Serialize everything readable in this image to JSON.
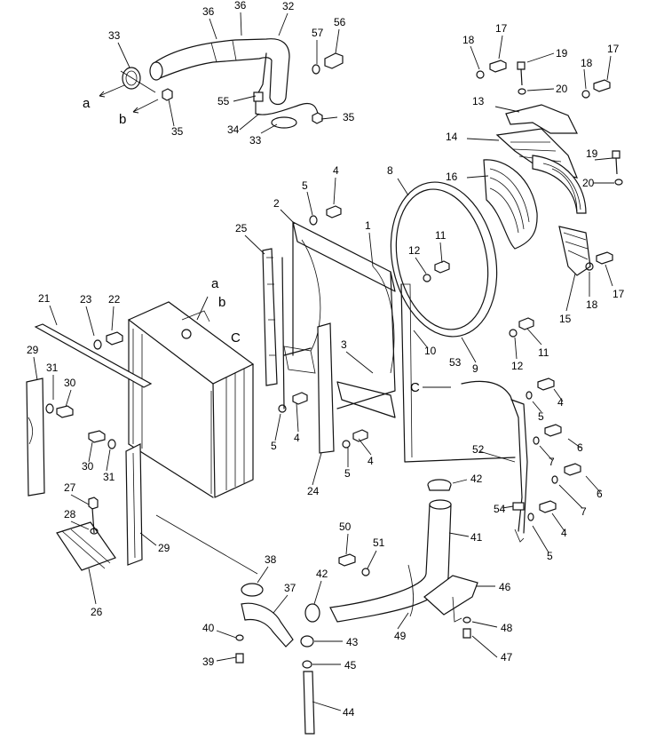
{
  "labels": {
    "n1": "1",
    "n2": "2",
    "n3": "3",
    "n4a": "4",
    "n4b": "4",
    "n4c": "4",
    "n4d": "4",
    "n4e": "4",
    "n5a": "5",
    "n5b": "5",
    "n5c": "5",
    "n5d": "5",
    "n5e": "5",
    "n6a": "6",
    "n6b": "6",
    "n7a": "7",
    "n7b": "7",
    "n8": "8",
    "n9": "9",
    "n10": "10",
    "n11a": "11",
    "n11b": "11",
    "n12a": "12",
    "n12b": "12",
    "n13": "13",
    "n14": "14",
    "n15": "15",
    "n16": "16",
    "n17a": "17",
    "n17b": "17",
    "n17c": "17",
    "n18a": "18",
    "n18b": "18",
    "n18c": "18",
    "n19a": "19",
    "n19b": "19",
    "n20a": "20",
    "n20b": "20",
    "n21": "21",
    "n22": "22",
    "n23": "23",
    "n24": "24",
    "n25": "25",
    "n26": "26",
    "n27": "27",
    "n28": "28",
    "n29a": "29",
    "n29b": "29",
    "n30a": "30",
    "n30b": "30",
    "n31a": "31",
    "n31b": "31",
    "n32": "32",
    "n33a": "33",
    "n33b": "33",
    "n34": "34",
    "n35a": "35",
    "n35b": "35",
    "n36a": "36",
    "n36b": "36",
    "n37": "37",
    "n38": "38",
    "n39": "39",
    "n40": "40",
    "n41": "41",
    "n42a": "42",
    "n42b": "42",
    "n43": "43",
    "n44": "44",
    "n45": "45",
    "n46": "46",
    "n47": "47",
    "n48": "48",
    "n49": "49",
    "n50": "50",
    "n51": "51",
    "n52": "52",
    "n53": "53",
    "n54": "54",
    "n55": "55",
    "n56": "56",
    "n57": "57"
  },
  "refs": {
    "a_top": "a",
    "b_top": "b",
    "a_rad": "a",
    "b_rad": "b",
    "c_rad": "C",
    "c_bracket": "C"
  }
}
